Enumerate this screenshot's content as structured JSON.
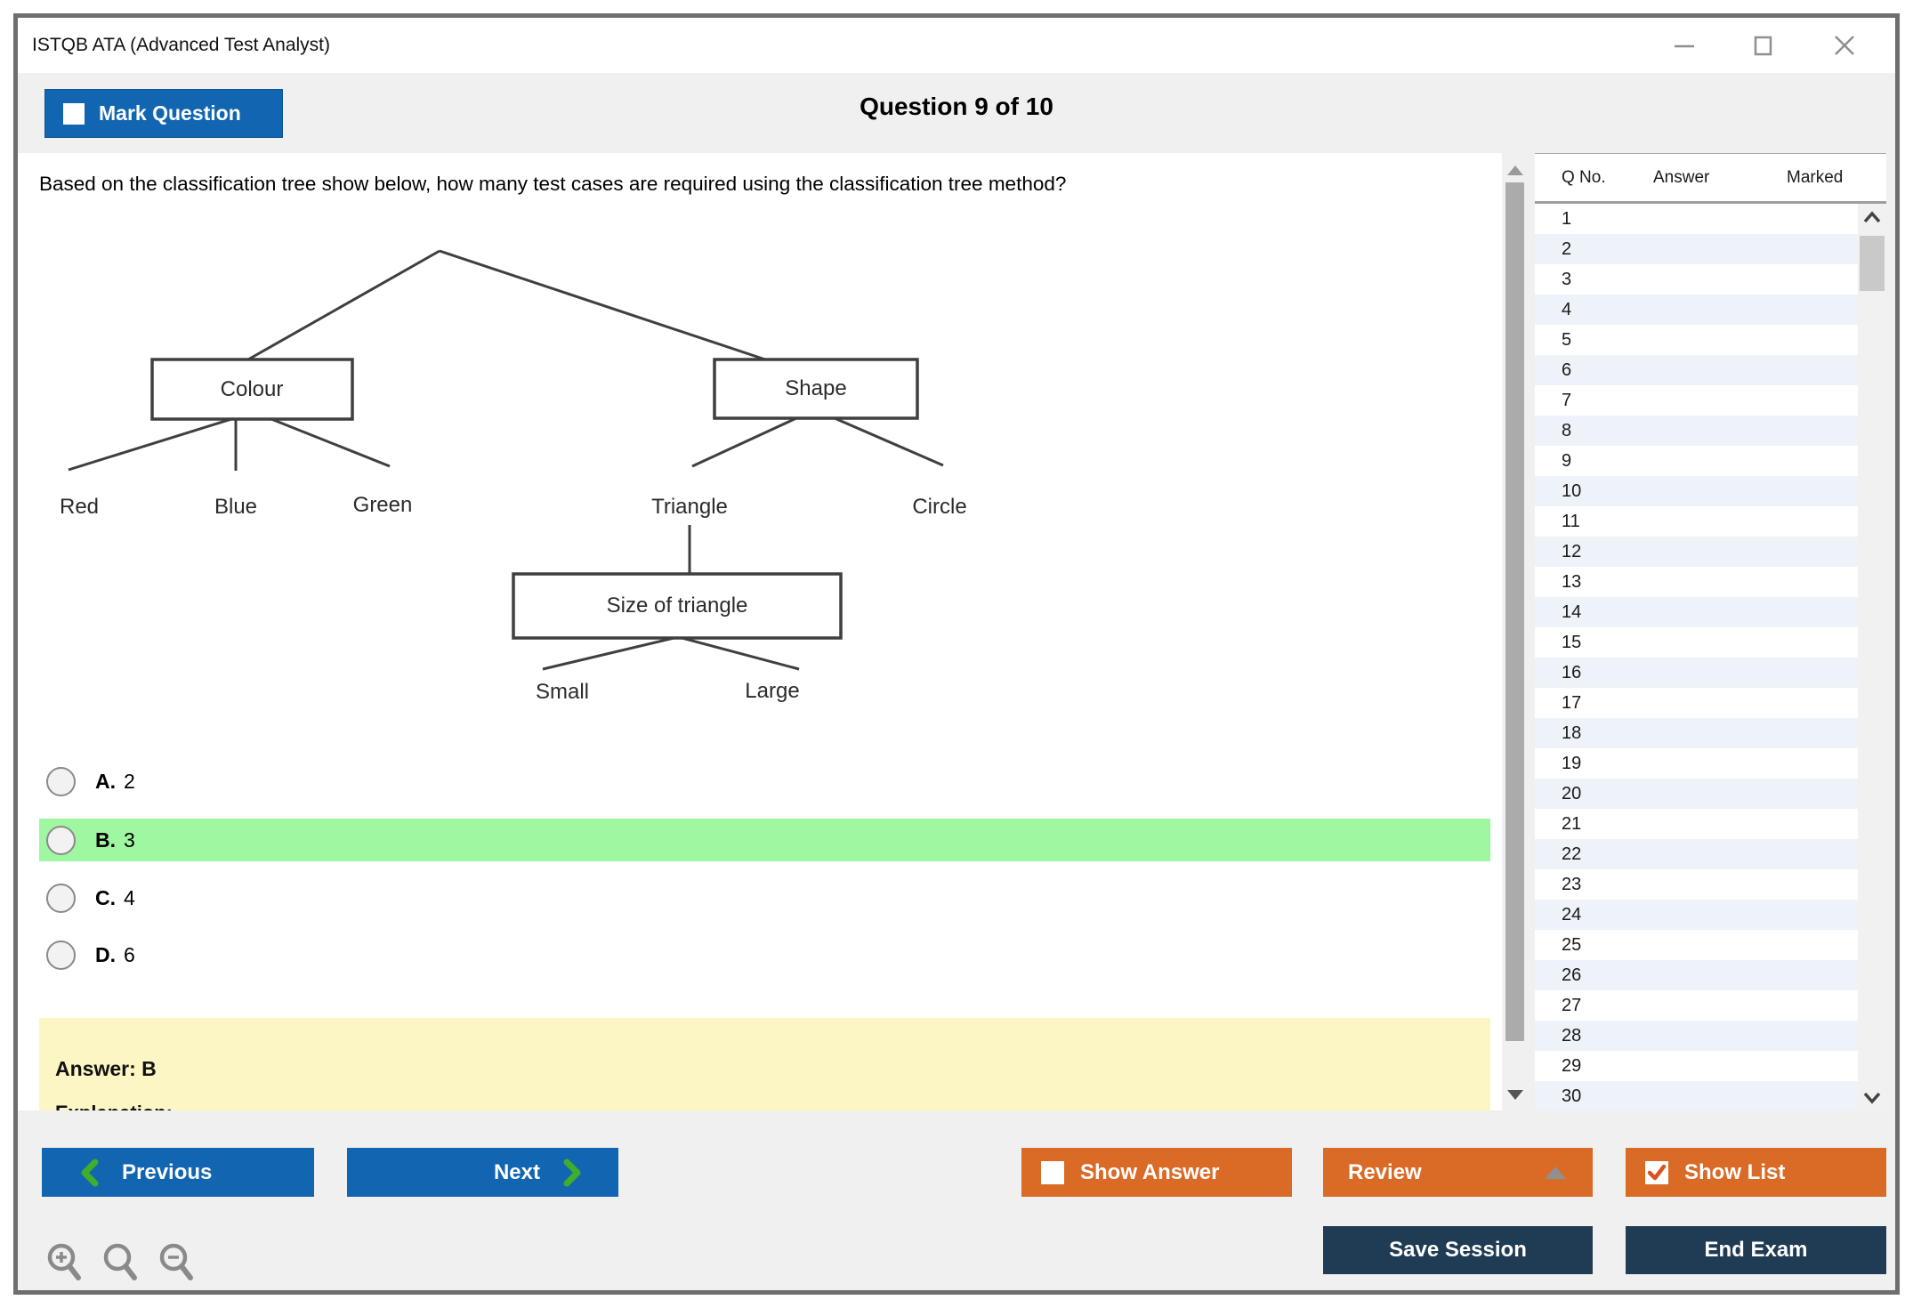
{
  "window": {
    "title": "ISTQB ATA (Advanced Test Analyst)"
  },
  "header": {
    "mark_question_label": "Mark Question",
    "question_counter": "Question 9 of 10"
  },
  "question": {
    "text": "Based on the classification tree show below, how many test cases are required using the classification tree method?"
  },
  "tree": {
    "colour": "Colour",
    "shape": "Shape",
    "red": "Red",
    "blue": "Blue",
    "green": "Green",
    "triangle": "Triangle",
    "circle": "Circle",
    "size_of_triangle": "Size of triangle",
    "small": "Small",
    "large": "Large"
  },
  "options": [
    {
      "key": "A.",
      "value": "2",
      "highlighted": false
    },
    {
      "key": "B.",
      "value": "3",
      "highlighted": true
    },
    {
      "key": "C.",
      "value": "4",
      "highlighted": false
    },
    {
      "key": "D.",
      "value": "6",
      "highlighted": false
    }
  ],
  "answer_panel": {
    "answer_label": "Answer: B",
    "explanation_label": "Explanation:"
  },
  "question_list": {
    "headers": [
      "Q No.",
      "Answer",
      "Marked"
    ],
    "rows": [
      "1",
      "2",
      "3",
      "4",
      "5",
      "6",
      "7",
      "8",
      "9",
      "10",
      "11",
      "12",
      "13",
      "14",
      "15",
      "16",
      "17",
      "18",
      "19",
      "20",
      "21",
      "22",
      "23",
      "24",
      "25",
      "26",
      "27",
      "28",
      "29",
      "30"
    ]
  },
  "footer": {
    "previous": "Previous",
    "next": "Next",
    "show_answer": "Show Answer",
    "review": "Review",
    "show_list": "Show List",
    "save_session": "Save Session",
    "end_exam": "End Exam"
  },
  "colors": {
    "blue": "#1266b1",
    "orange": "#d96b27",
    "navy": "#203c54",
    "green_highlight": "#9ff7a1",
    "yellow": "#fbf6c3",
    "chevron_green": "#3fae2a",
    "row_alt": "#edf3f9"
  }
}
